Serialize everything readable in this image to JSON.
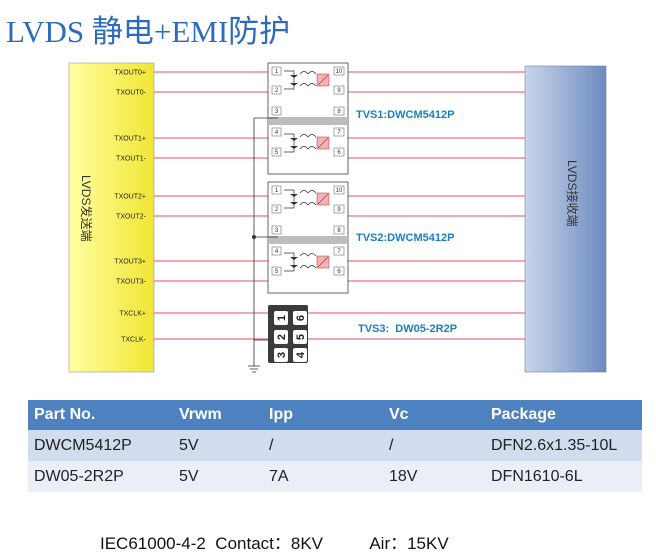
{
  "title": "LVDS 静电+EMI防护",
  "transmitter": {
    "label": "LVDS发送端"
  },
  "receiver": {
    "label": "LVDS接收端"
  },
  "signals": [
    "TXOUT0+",
    "TXOUT0-",
    "TXOUT1+",
    "TXOUT1-",
    "TXOUT2+",
    "TXOUT2-",
    "TXOUT3+",
    "TXOUT3-",
    "TXCLK+",
    "TXCLK-"
  ],
  "tvs_labels": [
    "TVS1:DWCM5412P",
    "TVS2:DWCM5412P",
    "TVS3:  DW05-2R2P"
  ],
  "chip_pins": {
    "top": [
      "10",
      "9",
      "8",
      "7",
      "6"
    ],
    "left": [
      "1",
      "2",
      "3",
      "4",
      "5"
    ]
  },
  "dw05_pins": [
    "1",
    "6",
    "5",
    "2",
    "3",
    "4"
  ],
  "table": {
    "headers": [
      "Part No.",
      "Vrwm",
      "Ipp",
      "Vc",
      "Package"
    ],
    "rows": [
      [
        "DWCM5412P",
        "5V",
        "/",
        "/",
        "DFN2.6x1.35-10L"
      ],
      [
        "DW05-2R2P",
        "5V",
        "7A",
        "18V",
        "DFN1610-6L"
      ]
    ]
  },
  "footer": {
    "standard": "IEC61000-4-2",
    "contact": "Contact：8KV",
    "air": "Air：15KV"
  },
  "colors": {
    "title": "#2f6bbd",
    "signal_line": "#e8505b",
    "tvs_label": "#1a7fc2",
    "table_header": "#4d81bf"
  }
}
